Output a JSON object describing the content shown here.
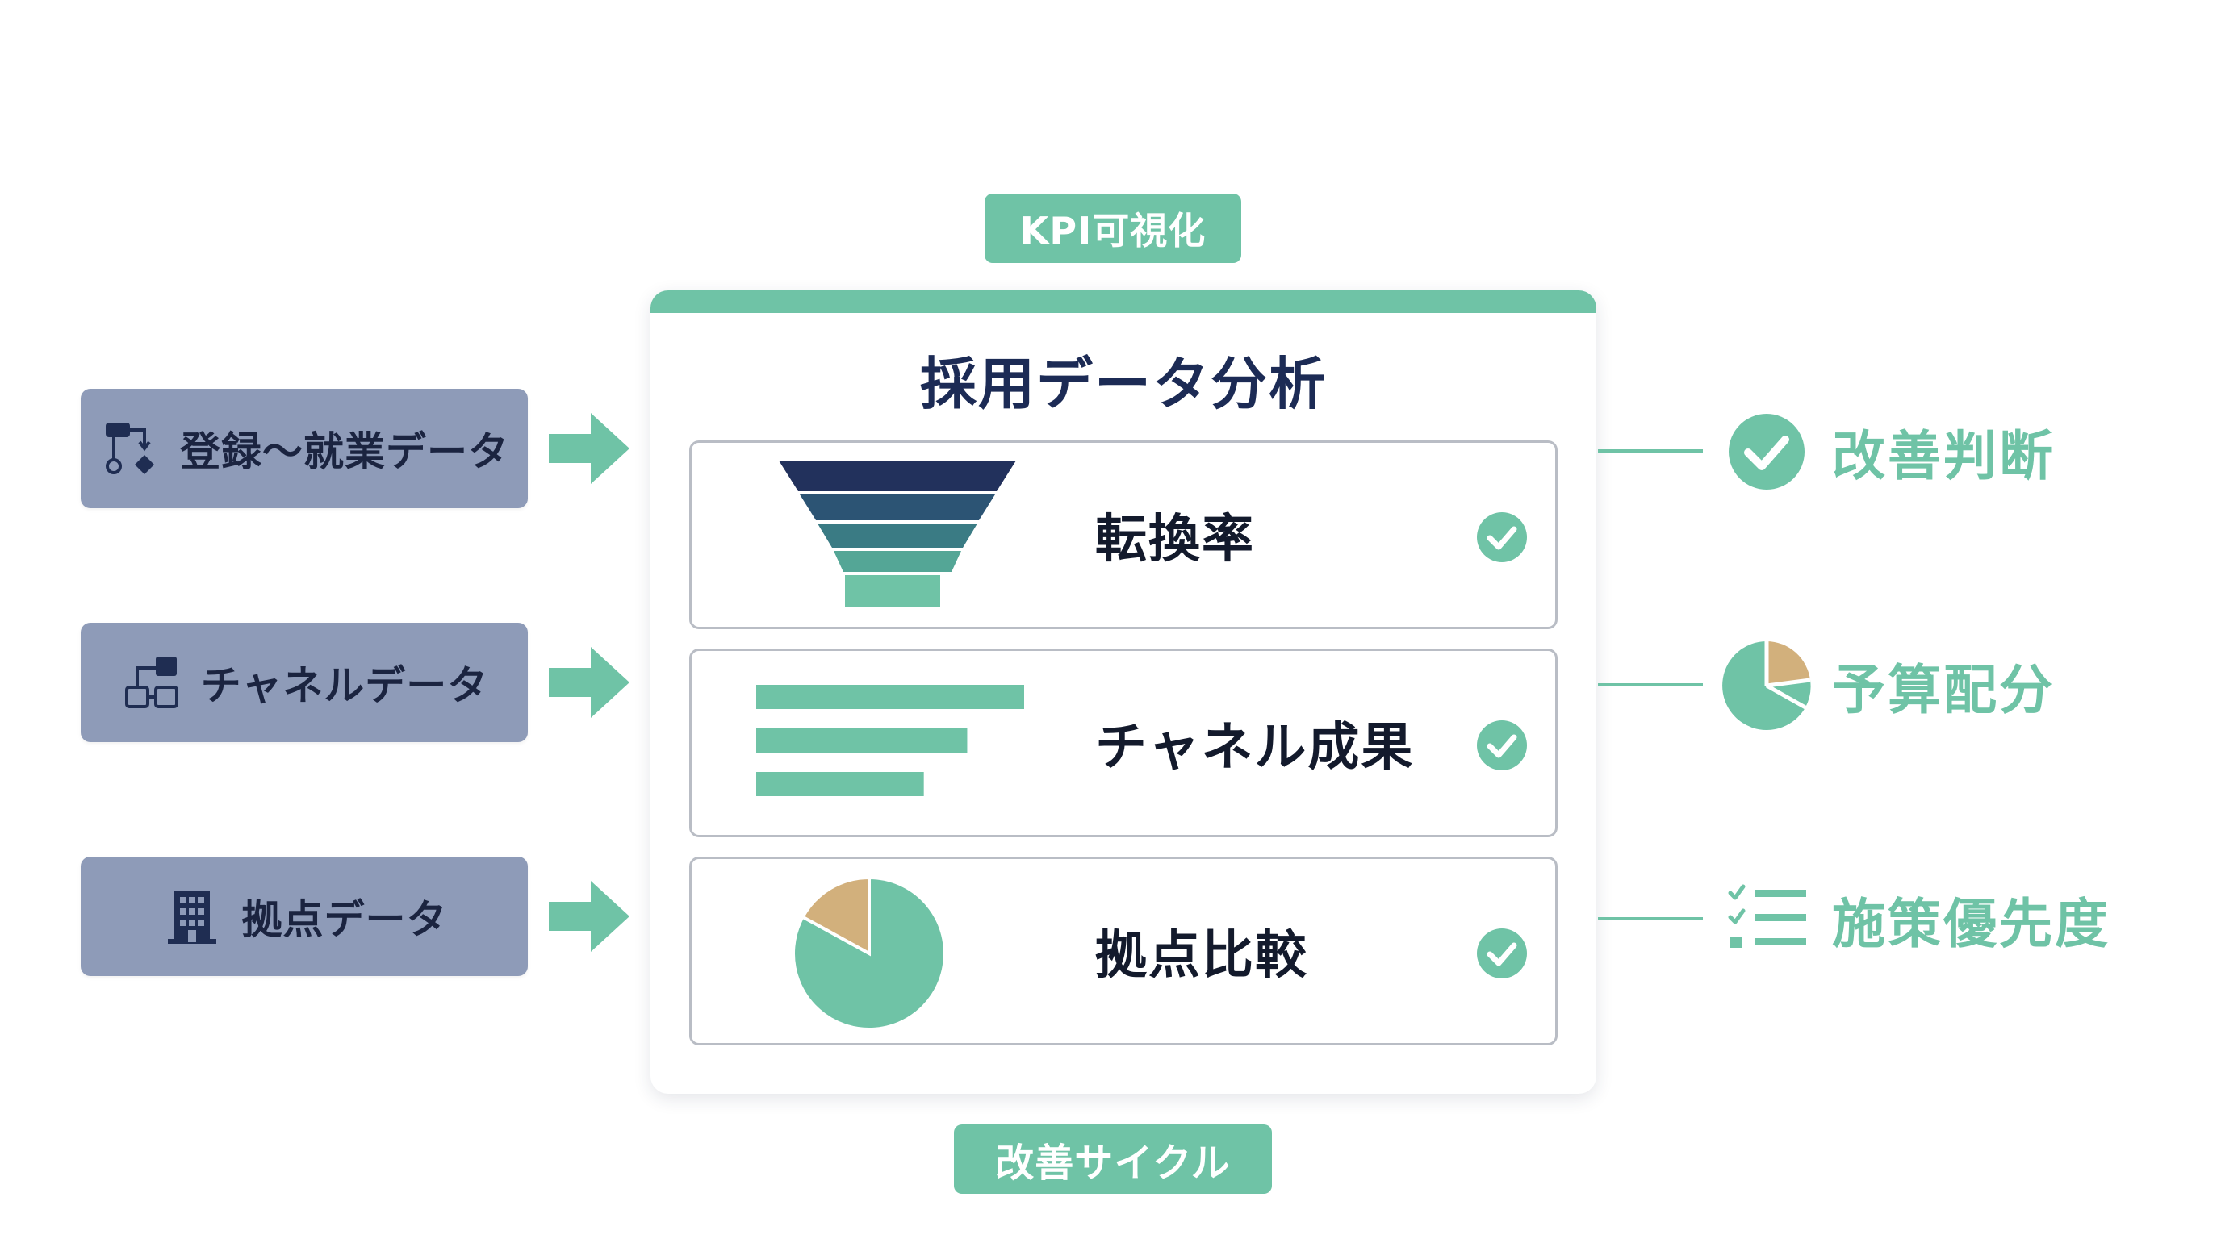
{
  "inputs": [
    {
      "label": "登録〜就業データ",
      "icon": "workflow-icon"
    },
    {
      "label": "チャネルデータ",
      "icon": "network-icon"
    },
    {
      "label": "拠点データ",
      "icon": "building-icon"
    }
  ],
  "top_tag": "KPI可視化",
  "panel": {
    "title": "採用データ分析",
    "cards": [
      {
        "title": "転換率",
        "visual": "funnel-chart",
        "checked": true
      },
      {
        "title": "チャネル成果",
        "visual": "bar-chart",
        "checked": true
      },
      {
        "title": "拠点比較",
        "visual": "pie-chart",
        "checked": true
      }
    ]
  },
  "bottom_tag": "改善サイクル",
  "outputs": [
    {
      "label": "改善判断",
      "icon": "check-circle-icon"
    },
    {
      "label": "予算配分",
      "icon": "pie-chart-icon"
    },
    {
      "label": "施策優先度",
      "icon": "checklist-icon"
    }
  ],
  "colors": {
    "accent": "#6fc3a6",
    "source_box": "#8e9bb8",
    "title_navy": "#1c2b55",
    "pie_tan": "#d2b07c",
    "funnel": [
      "#22315c",
      "#2c5474",
      "#3a7b84",
      "#54a696",
      "#6fc3a6"
    ]
  },
  "chart_data": [
    {
      "type": "bar",
      "orientation": "horizontal",
      "title": "チャネル成果",
      "values": [
        100,
        79,
        63
      ]
    },
    {
      "type": "pie",
      "title": "拠点比較",
      "values": [
        83,
        17
      ],
      "colors": [
        "#6fc3a6",
        "#d2b07c"
      ]
    }
  ]
}
